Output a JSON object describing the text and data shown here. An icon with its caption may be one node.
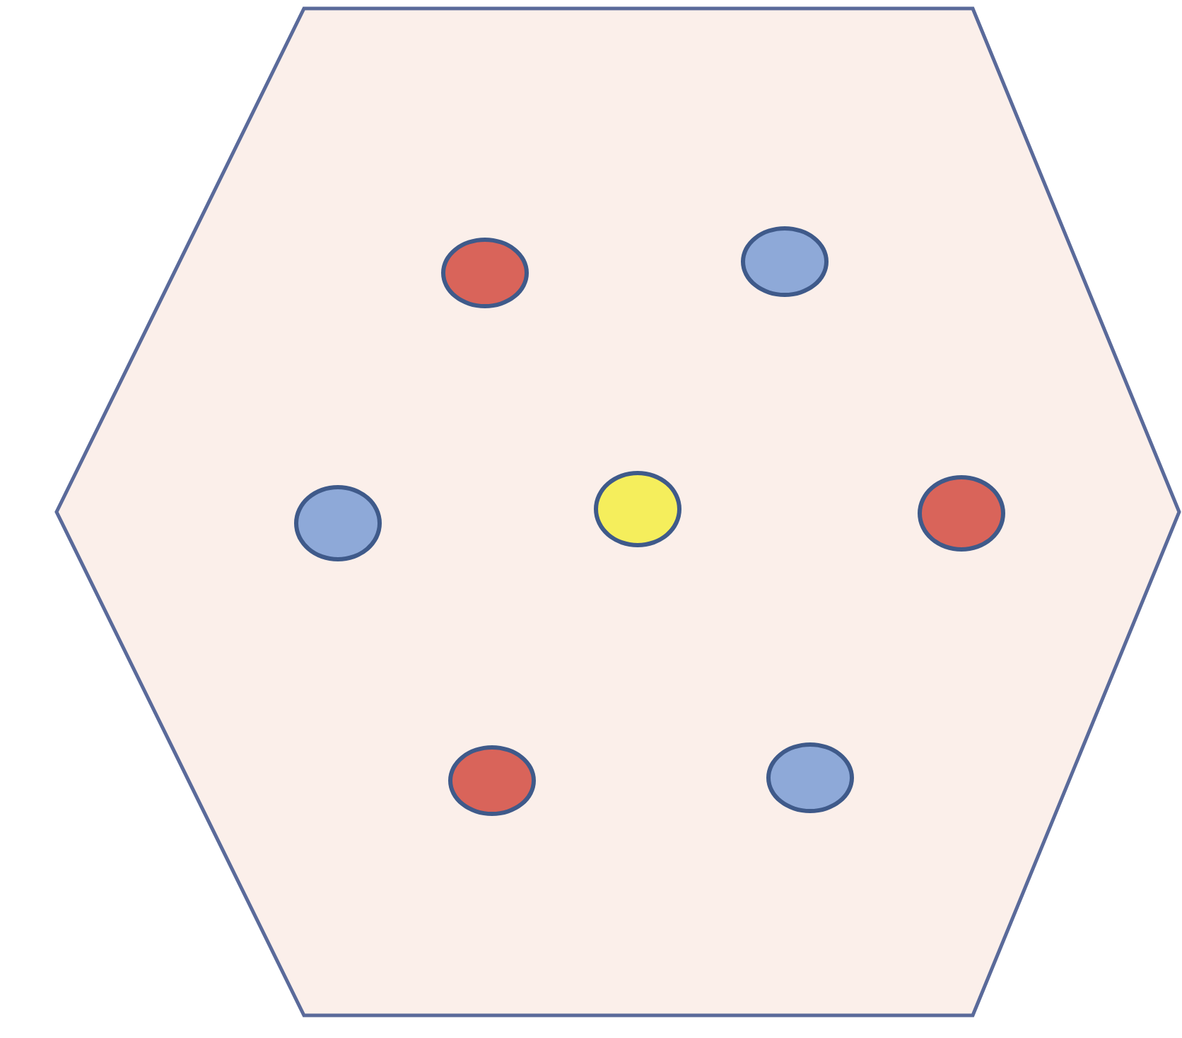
{
  "diagram": {
    "nodes": [
      {
        "text": [],
        "shape": "hexagon"
      },
      {
        "text": [],
        "shape": "circle",
        "in": 0
      },
      {
        "text": [],
        "shape": "circle",
        "in": 0
      },
      {
        "text": [],
        "shape": "circle",
        "in": 0
      },
      {
        "text": [],
        "shape": "circle",
        "in": 0
      },
      {
        "text": [],
        "shape": "circle",
        "in": 0
      },
      {
        "text": [],
        "shape": "circle",
        "in": 0
      },
      {
        "text": [],
        "shape": "circle",
        "in": 0
      }
    ]
  }
}
